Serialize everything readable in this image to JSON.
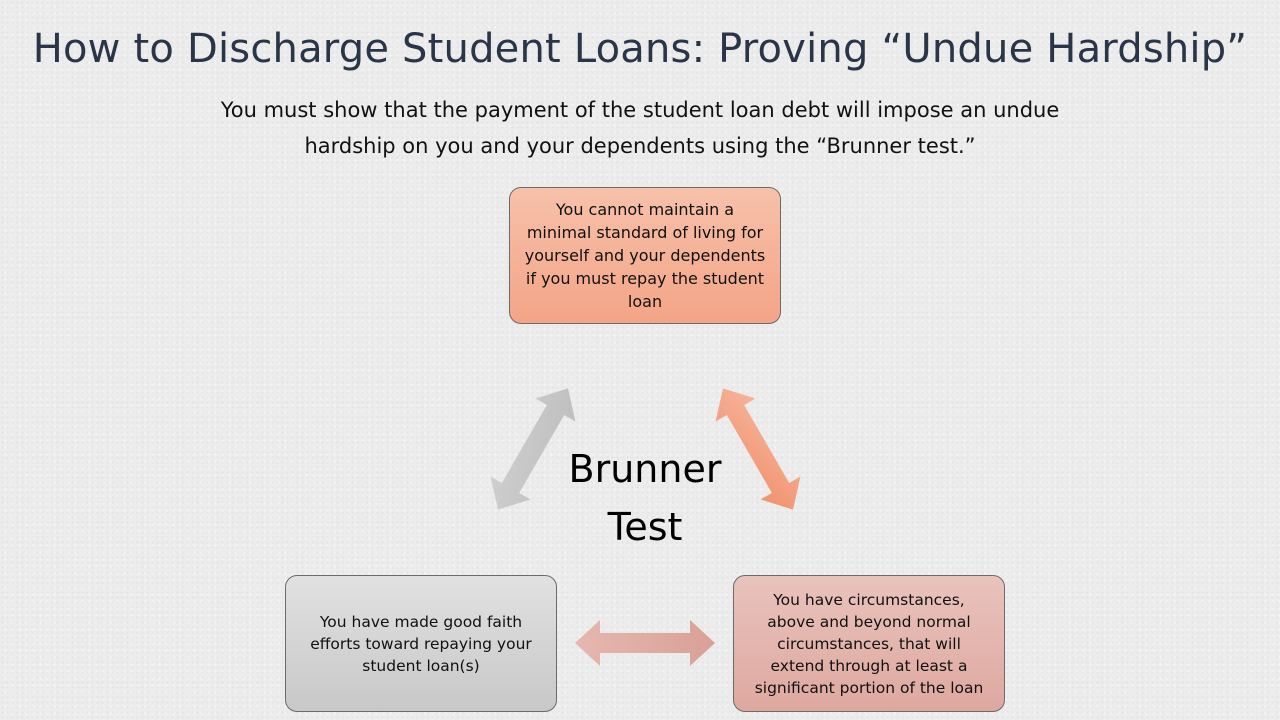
{
  "title": "How to Discharge Student Loans: Proving “Undue Hardship”",
  "subtitle": "You must show that the payment of the student loan debt will impose an undue hardship on you and your dependents using the “Brunner test.”",
  "center_label_line1": "Brunner",
  "center_label_line2": "Test",
  "boxes": {
    "top": "You cannot maintain a minimal standard of living for yourself and your dependents if you must repay the student loan",
    "left": "You have made good faith efforts toward repaying your student loan(s)",
    "right": "You have circumstances, above and beyond normal circumstances, that will extend through at least a significant portion of the loan"
  },
  "colors": {
    "title": "#2b3548",
    "top_box": "#f4a487",
    "left_box": "#c8c8c8",
    "right_box": "#dea89f",
    "arrow_gray": "#c6c6c6",
    "arrow_orange": "#f29c7c",
    "arrow_pink": "#dfaaa0"
  }
}
